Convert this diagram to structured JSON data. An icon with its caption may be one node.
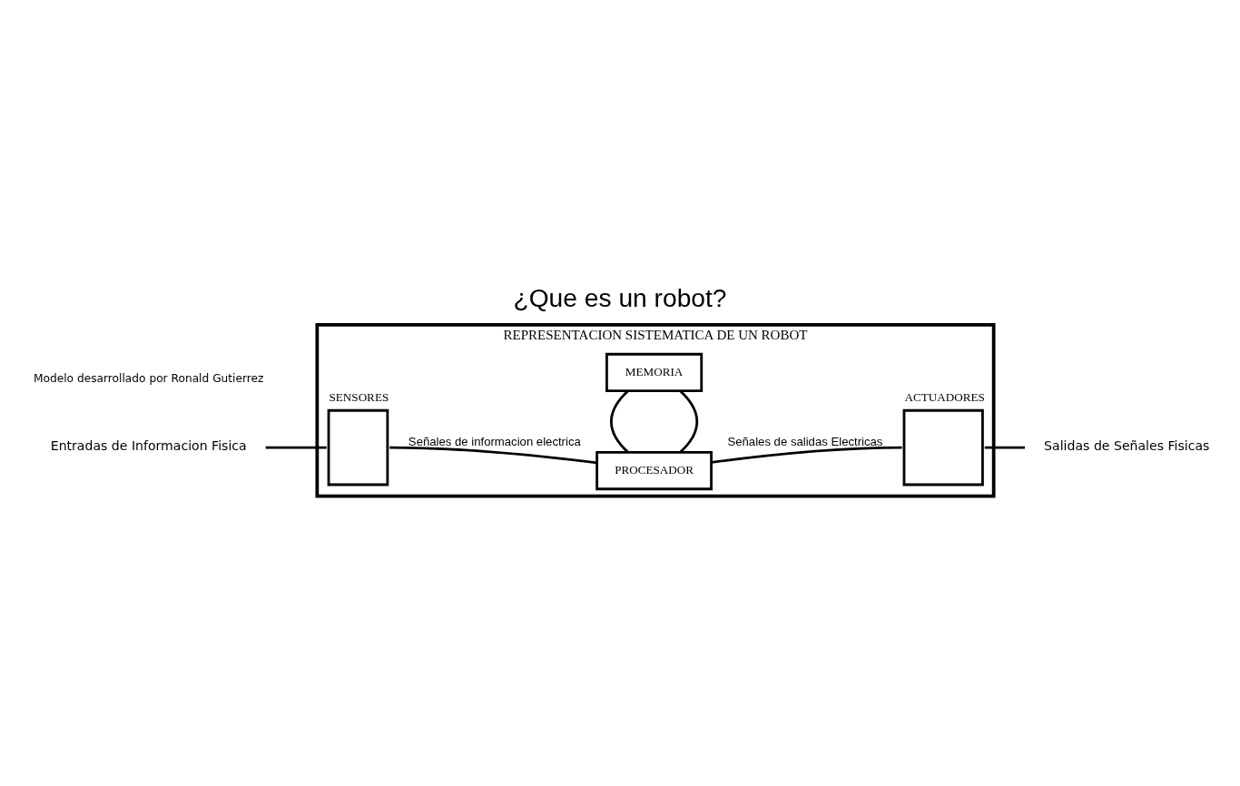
{
  "diagram": {
    "title": "¿Que es un robot?",
    "caption": "Modelo desarrollado por Ronald Gutierrez",
    "nodes": [
      {
        "text": [
          "REPRESENTACION SISTEMATICA DE UN ROBOT"
        ]
      },
      {
        "text": [
          "Entradas de Informacion Fisica"
        ]
      },
      {
        "text": [],
        "shape": "box",
        "in": 0,
        "beside": [
          "SENSORES"
        ]
      },
      {
        "text": [
          "PROCESADOR"
        ],
        "in": 0
      },
      {
        "text": [
          "MEMORIA"
        ],
        "in": 0
      },
      {
        "text": [],
        "shape": "box",
        "in": 0,
        "beside": [
          "ACTUADORES"
        ]
      },
      {
        "text": [
          "Salidas de Señales Fisicas"
        ]
      }
    ],
    "edges": [
      {
        "from": 1,
        "to": 2,
        "arrow": "none"
      },
      {
        "from": 2,
        "to": 3,
        "arrow": "none",
        "label": "Señales de informacion electrica"
      },
      {
        "from": 3,
        "to": 4,
        "arrow": "none"
      },
      {
        "from": 3,
        "to": 4,
        "arrow": "none"
      },
      {
        "from": 3,
        "to": 5,
        "arrow": "none",
        "label": "Señales de salidas Electricas"
      },
      {
        "from": 5,
        "to": 6,
        "arrow": "none"
      }
    ]
  }
}
